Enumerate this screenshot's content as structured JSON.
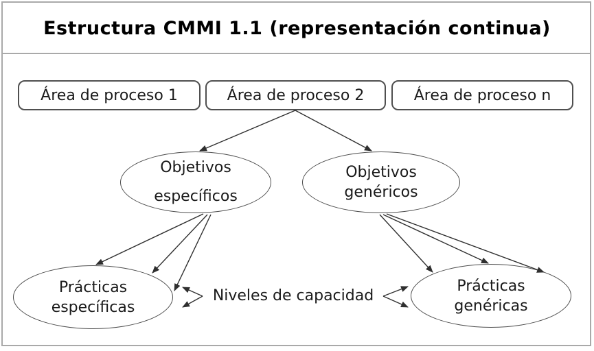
{
  "header": {
    "title": "Estructura CMMI 1.1 (representación continua)"
  },
  "process_areas": [
    {
      "label": "Área de proceso 1"
    },
    {
      "label": "Área de proceso 2"
    },
    {
      "label": "Área de proceso n"
    }
  ],
  "nodes": {
    "specific_goals": {
      "line1": "Objetivos",
      "line2": "específicos"
    },
    "generic_goals": {
      "line1": "Objetivos",
      "line2": "genéricos"
    },
    "specific_practices": {
      "line1": "Prácticas",
      "line2": "específicas"
    },
    "generic_practices": {
      "line1": "Prácticas",
      "line2": "genéricas"
    }
  },
  "annotations": {
    "capability_levels": "Niveles de capacidad"
  },
  "colors": {
    "frame_border": "#a9a9a9",
    "node_border": "#4f4f4f",
    "arrow": "#2f2f2f",
    "text": "#1a1a1a",
    "background": "#ffffff"
  }
}
